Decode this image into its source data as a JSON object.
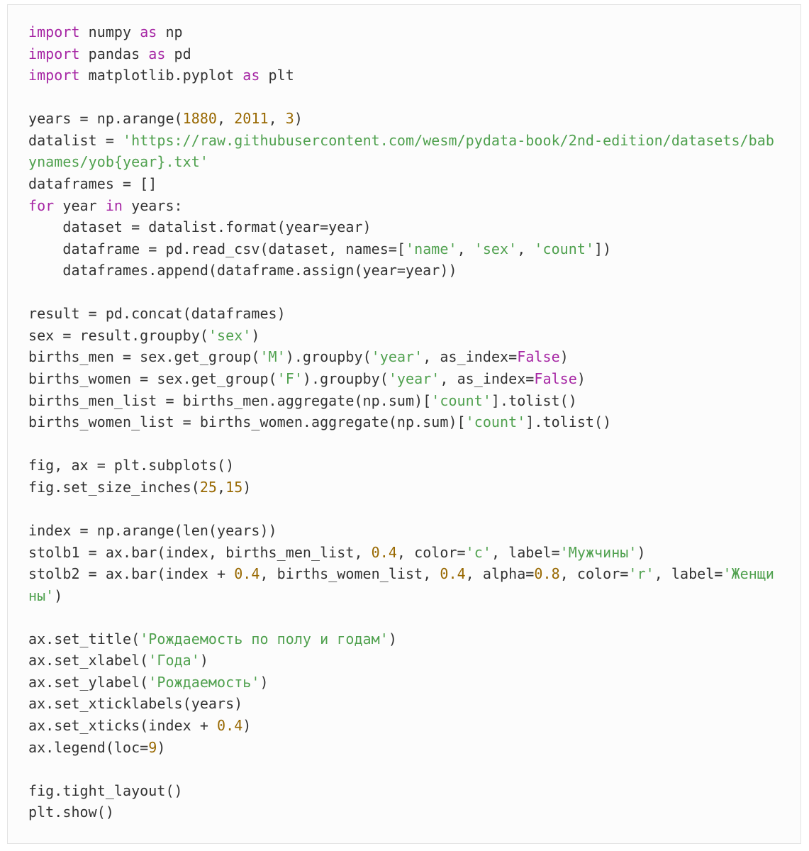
{
  "colors": {
    "keyword": "#a626a4",
    "string": "#50a14f",
    "number": "#986801",
    "plain": "#333333",
    "background": "#fcfcfc",
    "border": "#e3e3e3"
  },
  "code": {
    "lines": [
      [
        [
          "kw",
          "import"
        ],
        [
          "plain",
          " numpy "
        ],
        [
          "kw",
          "as"
        ],
        [
          "plain",
          " np"
        ]
      ],
      [
        [
          "kw",
          "import"
        ],
        [
          "plain",
          " pandas "
        ],
        [
          "kw",
          "as"
        ],
        [
          "plain",
          " pd"
        ]
      ],
      [
        [
          "kw",
          "import"
        ],
        [
          "plain",
          " matplotlib.pyplot "
        ],
        [
          "kw",
          "as"
        ],
        [
          "plain",
          " plt"
        ]
      ],
      [],
      [
        [
          "plain",
          "years = np.arange("
        ],
        [
          "num",
          "1880"
        ],
        [
          "plain",
          ", "
        ],
        [
          "num",
          "2011"
        ],
        [
          "plain",
          ", "
        ],
        [
          "num",
          "3"
        ],
        [
          "plain",
          ")"
        ]
      ],
      [
        [
          "plain",
          "datalist = "
        ],
        [
          "str",
          "'https://raw.githubusercontent.com/wesm/pydata-book/2nd-edition/datasets/bab"
        ]
      ],
      [
        [
          "str",
          "ynames/yob{year}.txt'"
        ]
      ],
      [
        [
          "plain",
          "dataframes = []"
        ]
      ],
      [
        [
          "kw",
          "for"
        ],
        [
          "plain",
          " year "
        ],
        [
          "kw",
          "in"
        ],
        [
          "plain",
          " years:"
        ]
      ],
      [
        [
          "plain",
          "    dataset = datalist.format(year=year)"
        ]
      ],
      [
        [
          "plain",
          "    dataframe = pd.read_csv(dataset, names=["
        ],
        [
          "str",
          "'name'"
        ],
        [
          "plain",
          ", "
        ],
        [
          "str",
          "'sex'"
        ],
        [
          "plain",
          ", "
        ],
        [
          "str",
          "'count'"
        ],
        [
          "plain",
          "])"
        ]
      ],
      [
        [
          "plain",
          "    dataframes.append(dataframe.assign(year=year))"
        ]
      ],
      [],
      [
        [
          "plain",
          "result = pd.concat(dataframes)"
        ]
      ],
      [
        [
          "plain",
          "sex = result.groupby("
        ],
        [
          "str",
          "'sex'"
        ],
        [
          "plain",
          ")"
        ]
      ],
      [
        [
          "plain",
          "births_men = sex.get_group("
        ],
        [
          "str",
          "'M'"
        ],
        [
          "plain",
          ").groupby("
        ],
        [
          "str",
          "'year'"
        ],
        [
          "plain",
          ", as_index="
        ],
        [
          "kw",
          "False"
        ],
        [
          "plain",
          ")"
        ]
      ],
      [
        [
          "plain",
          "births_women = sex.get_group("
        ],
        [
          "str",
          "'F'"
        ],
        [
          "plain",
          ").groupby("
        ],
        [
          "str",
          "'year'"
        ],
        [
          "plain",
          ", as_index="
        ],
        [
          "kw",
          "False"
        ],
        [
          "plain",
          ")"
        ]
      ],
      [
        [
          "plain",
          "births_men_list = births_men.aggregate(np.sum)["
        ],
        [
          "str",
          "'count'"
        ],
        [
          "plain",
          "].tolist()"
        ]
      ],
      [
        [
          "plain",
          "births_women_list = births_women.aggregate(np.sum)["
        ],
        [
          "str",
          "'count'"
        ],
        [
          "plain",
          "].tolist()"
        ]
      ],
      [],
      [
        [
          "plain",
          "fig, ax = plt.subplots()"
        ]
      ],
      [
        [
          "plain",
          "fig.set_size_inches("
        ],
        [
          "num",
          "25"
        ],
        [
          "plain",
          ","
        ],
        [
          "num",
          "15"
        ],
        [
          "plain",
          ")"
        ]
      ],
      [],
      [
        [
          "plain",
          "index = np.arange(len(years))"
        ]
      ],
      [
        [
          "plain",
          "stolb1 = ax.bar(index, births_men_list, "
        ],
        [
          "num",
          "0.4"
        ],
        [
          "plain",
          ", color="
        ],
        [
          "str",
          "'c'"
        ],
        [
          "plain",
          ", label="
        ],
        [
          "str",
          "'Мужчины'"
        ],
        [
          "plain",
          ")"
        ]
      ],
      [
        [
          "plain",
          "stolb2 = ax.bar(index + "
        ],
        [
          "num",
          "0.4"
        ],
        [
          "plain",
          ", births_women_list, "
        ],
        [
          "num",
          "0.4"
        ],
        [
          "plain",
          ", alpha="
        ],
        [
          "num",
          "0.8"
        ],
        [
          "plain",
          ", color="
        ],
        [
          "str",
          "'r'"
        ],
        [
          "plain",
          ", label="
        ],
        [
          "str",
          "'Женщи"
        ]
      ],
      [
        [
          "str",
          "ны'"
        ],
        [
          "plain",
          ")"
        ]
      ],
      [],
      [
        [
          "plain",
          "ax.set_title("
        ],
        [
          "str",
          "'Рождаемость по полу и годам'"
        ],
        [
          "plain",
          ")"
        ]
      ],
      [
        [
          "plain",
          "ax.set_xlabel("
        ],
        [
          "str",
          "'Года'"
        ],
        [
          "plain",
          ")"
        ]
      ],
      [
        [
          "plain",
          "ax.set_ylabel("
        ],
        [
          "str",
          "'Рождаемость'"
        ],
        [
          "plain",
          ")"
        ]
      ],
      [
        [
          "plain",
          "ax.set_xticklabels(years)"
        ]
      ],
      [
        [
          "plain",
          "ax.set_xticks(index + "
        ],
        [
          "num",
          "0.4"
        ],
        [
          "plain",
          ")"
        ]
      ],
      [
        [
          "plain",
          "ax.legend(loc="
        ],
        [
          "num",
          "9"
        ],
        [
          "plain",
          ")"
        ]
      ],
      [],
      [
        [
          "plain",
          "fig.tight_layout()"
        ]
      ],
      [
        [
          "plain",
          "plt.show()"
        ]
      ]
    ]
  }
}
